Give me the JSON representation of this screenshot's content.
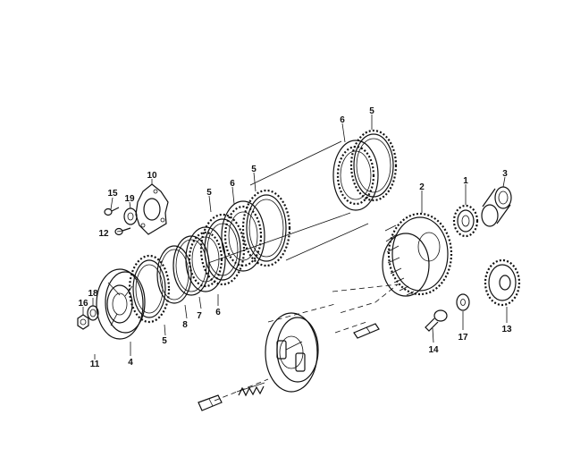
{
  "callouts": [
    {
      "id": "c1",
      "text": "1"
    },
    {
      "id": "c2",
      "text": "2"
    },
    {
      "id": "c3",
      "text": "3"
    },
    {
      "id": "c4",
      "text": "4"
    },
    {
      "id": "c5a",
      "text": "5"
    },
    {
      "id": "c5b",
      "text": "5"
    },
    {
      "id": "c5c",
      "text": "5"
    },
    {
      "id": "c5d",
      "text": "5"
    },
    {
      "id": "c6a",
      "text": "6"
    },
    {
      "id": "c6b",
      "text": "6"
    },
    {
      "id": "c6c",
      "text": "6"
    },
    {
      "id": "c7",
      "text": "7"
    },
    {
      "id": "c8",
      "text": "8"
    },
    {
      "id": "c10",
      "text": "10"
    },
    {
      "id": "c11",
      "text": "11"
    },
    {
      "id": "c12",
      "text": "12"
    },
    {
      "id": "c13",
      "text": "13"
    },
    {
      "id": "c14",
      "text": "14"
    },
    {
      "id": "c15",
      "text": "15"
    },
    {
      "id": "c16",
      "text": "16"
    },
    {
      "id": "c17",
      "text": "17"
    },
    {
      "id": "c18",
      "text": "18"
    },
    {
      "id": "c19",
      "text": "19"
    }
  ]
}
